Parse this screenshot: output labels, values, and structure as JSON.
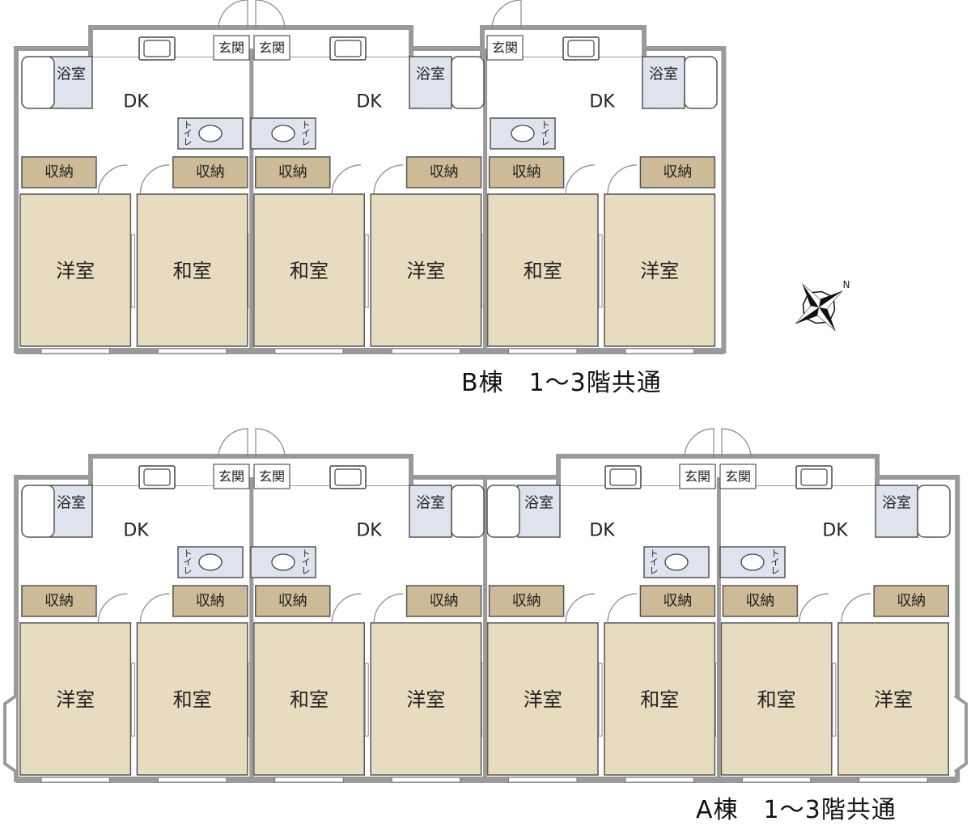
{
  "labels": {
    "western_room": "洋室",
    "japanese_room": "和室",
    "storage": "収納",
    "bathroom": "浴室",
    "toilet": "トイレ",
    "entrance": "玄関",
    "dining_kitchen": "DK",
    "north": "N"
  },
  "buildings": [
    {
      "caption": "B棟　1～3階共通",
      "rooms": [
        "洋室",
        "和室",
        "和室",
        "洋室",
        "和室",
        "洋室"
      ]
    },
    {
      "caption": "A棟　1～3階共通",
      "rooms": [
        "洋室",
        "和室",
        "和室",
        "洋室",
        "洋室",
        "和室",
        "和室",
        "洋室"
      ]
    }
  ],
  "colors": {
    "room_fill": "#e8dcc0",
    "storage_fill": "#cdbb98",
    "wet_fill": "#dfe3ee",
    "wall": "#9a9a9a",
    "floor": "#ffffff"
  }
}
